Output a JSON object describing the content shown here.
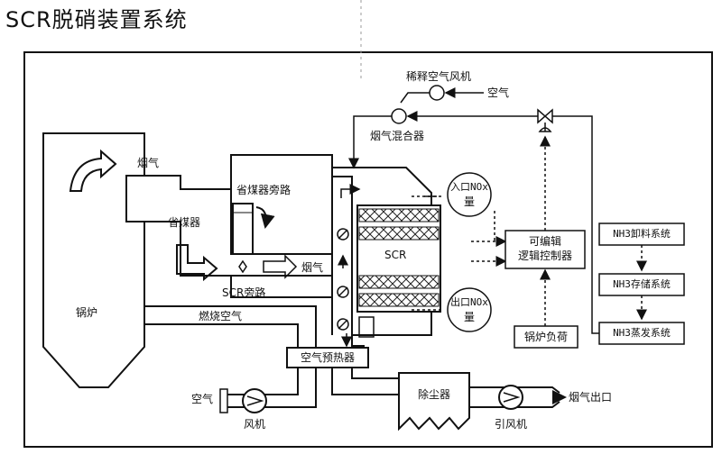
{
  "title": "SCR脱硝装置系统",
  "labels": {
    "dilution_fan": "稀释空气风机",
    "air_top": "空气",
    "flue_mixer": "烟气混合器",
    "flue_gas_top": "烟气",
    "economizer_bypass": "省煤器旁路",
    "economizer": "省煤器",
    "flue_gas_mid": "烟气",
    "scr": "SCR",
    "scr_bypass": "SCR旁路",
    "boiler": "锅炉",
    "combustion_air": "燃烧空气",
    "inlet_nox_1": "入口NOx",
    "inlet_nox_2": "量",
    "outlet_nox_1": "出口NOx",
    "outlet_nox_2": "量",
    "plc_1": "可编辑",
    "plc_2": "逻辑控制器",
    "boiler_load": "锅炉负荷",
    "nh3_unload": "NH3卸料系统",
    "nh3_storage": "NH3存储系统",
    "nh3_evap": "NH3蒸发系统",
    "air_preheater": "空气预热器",
    "air_bottom": "空气",
    "fan": "风机",
    "dust_collector": "除尘器",
    "id_fan": "引风机",
    "flue_outlet": "烟气出口"
  }
}
